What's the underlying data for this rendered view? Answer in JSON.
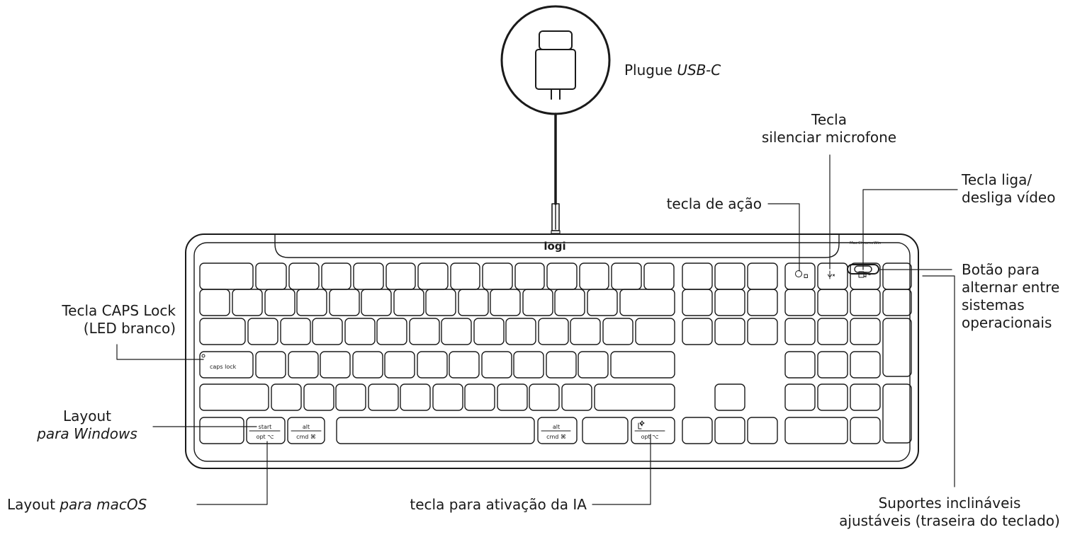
{
  "callouts": {
    "usb_plug": {
      "prefix": "Plugue ",
      "emph": "USB-C"
    },
    "mic_mute": {
      "line1": "Tecla",
      "line2": "silenciar microfone"
    },
    "video_toggle": {
      "line1": "Tecla liga/",
      "line2": "desliga vídeo"
    },
    "action_key": {
      "text": "tecla de ação"
    },
    "os_switch": {
      "line1": "Botão para",
      "line2": "alternar entre",
      "line3": "sistemas",
      "line4": "operacionais"
    },
    "caps_lock": {
      "line1": "Tecla CAPS Lock",
      "line2": "(LED branco)"
    },
    "windows_layout": {
      "line1": "Layout",
      "line2": "para Windows"
    },
    "macos_layout": {
      "prefix": "Layout ",
      "emph": "para macOS"
    },
    "ai_key": {
      "text": "tecla para ativação da IA"
    },
    "tilt_legs": {
      "line1": "Suportes inclináveis",
      "line2": "ajustáveis (traseira do teclado)"
    }
  },
  "keyboard": {
    "logo": "logi",
    "os_labels": {
      "mac": "Mac",
      "chrome": "Chrome",
      "win": "Win"
    },
    "caps_key": "caps lock",
    "start_key": {
      "top": "start",
      "bottom": "opt ⌥"
    },
    "alt_left": {
      "top": "alt",
      "bottom": "cmd ⌘"
    },
    "alt_right": {
      "top": "alt",
      "bottom": "cmd ⌘"
    },
    "ai_key_bottom": "opt ⌥"
  },
  "colors": {
    "line": "#1a1a1a",
    "background": "#ffffff"
  }
}
